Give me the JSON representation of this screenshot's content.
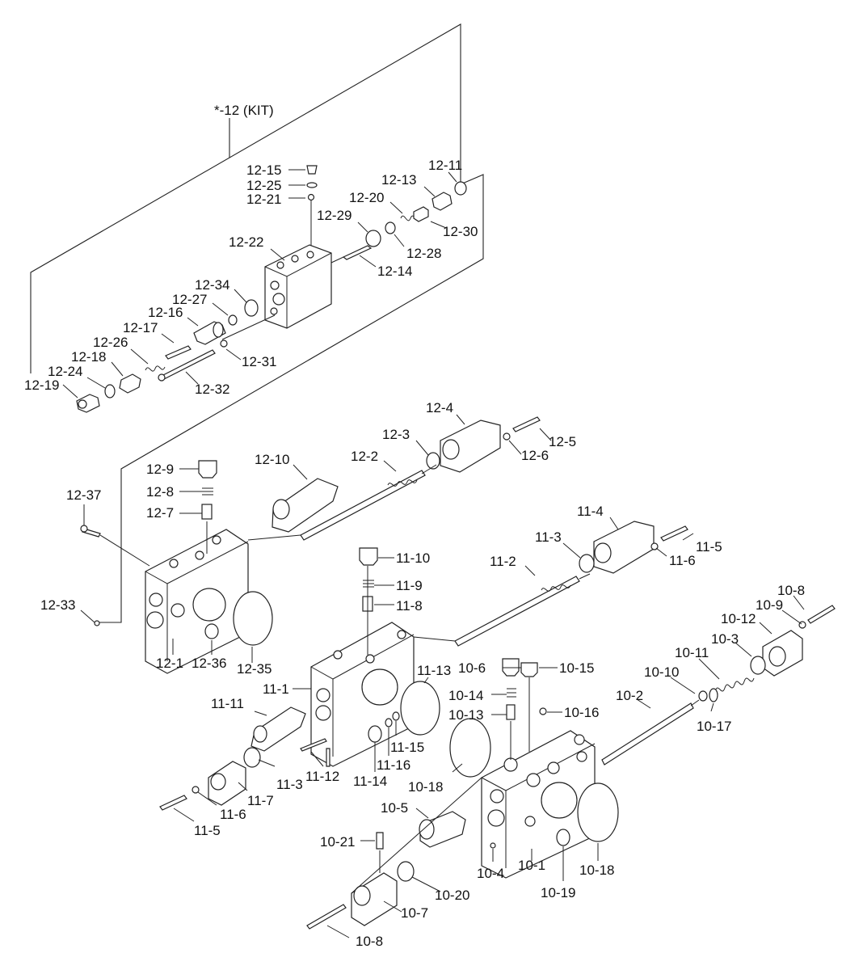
{
  "kit_label": "*-12 (KIT)",
  "labels": {
    "l12_15": "12-15",
    "l12_25": "12-25",
    "l12_21": "12-21",
    "l12_11": "12-11",
    "l12_13": "12-13",
    "l12_20": "12-20",
    "l12_29": "12-29",
    "l12_30": "12-30",
    "l12_28": "12-28",
    "l12_22": "12-22",
    "l12_14": "12-14",
    "l12_34": "12-34",
    "l12_27": "12-27",
    "l12_16": "12-16",
    "l12_17": "12-17",
    "l12_26": "12-26",
    "l12_31": "12-31",
    "l12_18": "12-18",
    "l12_24": "12-24",
    "l12_19": "12-19",
    "l12_32": "12-32",
    "l12_4": "12-4",
    "l12_3": "12-3",
    "l12_5": "12-5",
    "l12_6": "12-6",
    "l12_10": "12-10",
    "l12_2": "12-2",
    "l12_9": "12-9",
    "l12_8": "12-8",
    "l12_7": "12-7",
    "l12_37": "12-37",
    "l12_33": "12-33",
    "l12_1": "12-1",
    "l12_36": "12-36",
    "l12_35": "12-35",
    "l11_4": "11-4",
    "l11_3a": "11-3",
    "l11_2": "11-2",
    "l11_5a": "11-5",
    "l11_6a": "11-6",
    "l11_10": "11-10",
    "l11_9": "11-9",
    "l11_8": "11-8",
    "l11_13": "11-13",
    "l11_1": "11-1",
    "l11_11": "11-11",
    "l11_15": "11-15",
    "l11_16": "11-16",
    "l11_3b": "11-3",
    "l11_12": "11-12",
    "l11_14": "11-14",
    "l11_7": "11-7",
    "l11_6b": "11-6",
    "l11_5b": "11-5",
    "l10_8a": "10-8",
    "l10_9": "10-9",
    "l10_12": "10-12",
    "l10_3": "10-3",
    "l10_11": "10-11",
    "l10_10": "10-10",
    "l10_17": "10-17",
    "l10_6": "10-6",
    "l10_15": "10-15",
    "l10_14": "10-14",
    "l10_13": "10-13",
    "l10_16": "10-16",
    "l10_2": "10-2",
    "l10_18a": "10-18",
    "l10_5": "10-5",
    "l10_21": "10-21",
    "l10_4": "10-4",
    "l10_1": "10-1",
    "l10_18b": "10-18",
    "l10_19": "10-19",
    "l10_20": "10-20",
    "l10_7": "10-7",
    "l10_8b": "10-8"
  }
}
